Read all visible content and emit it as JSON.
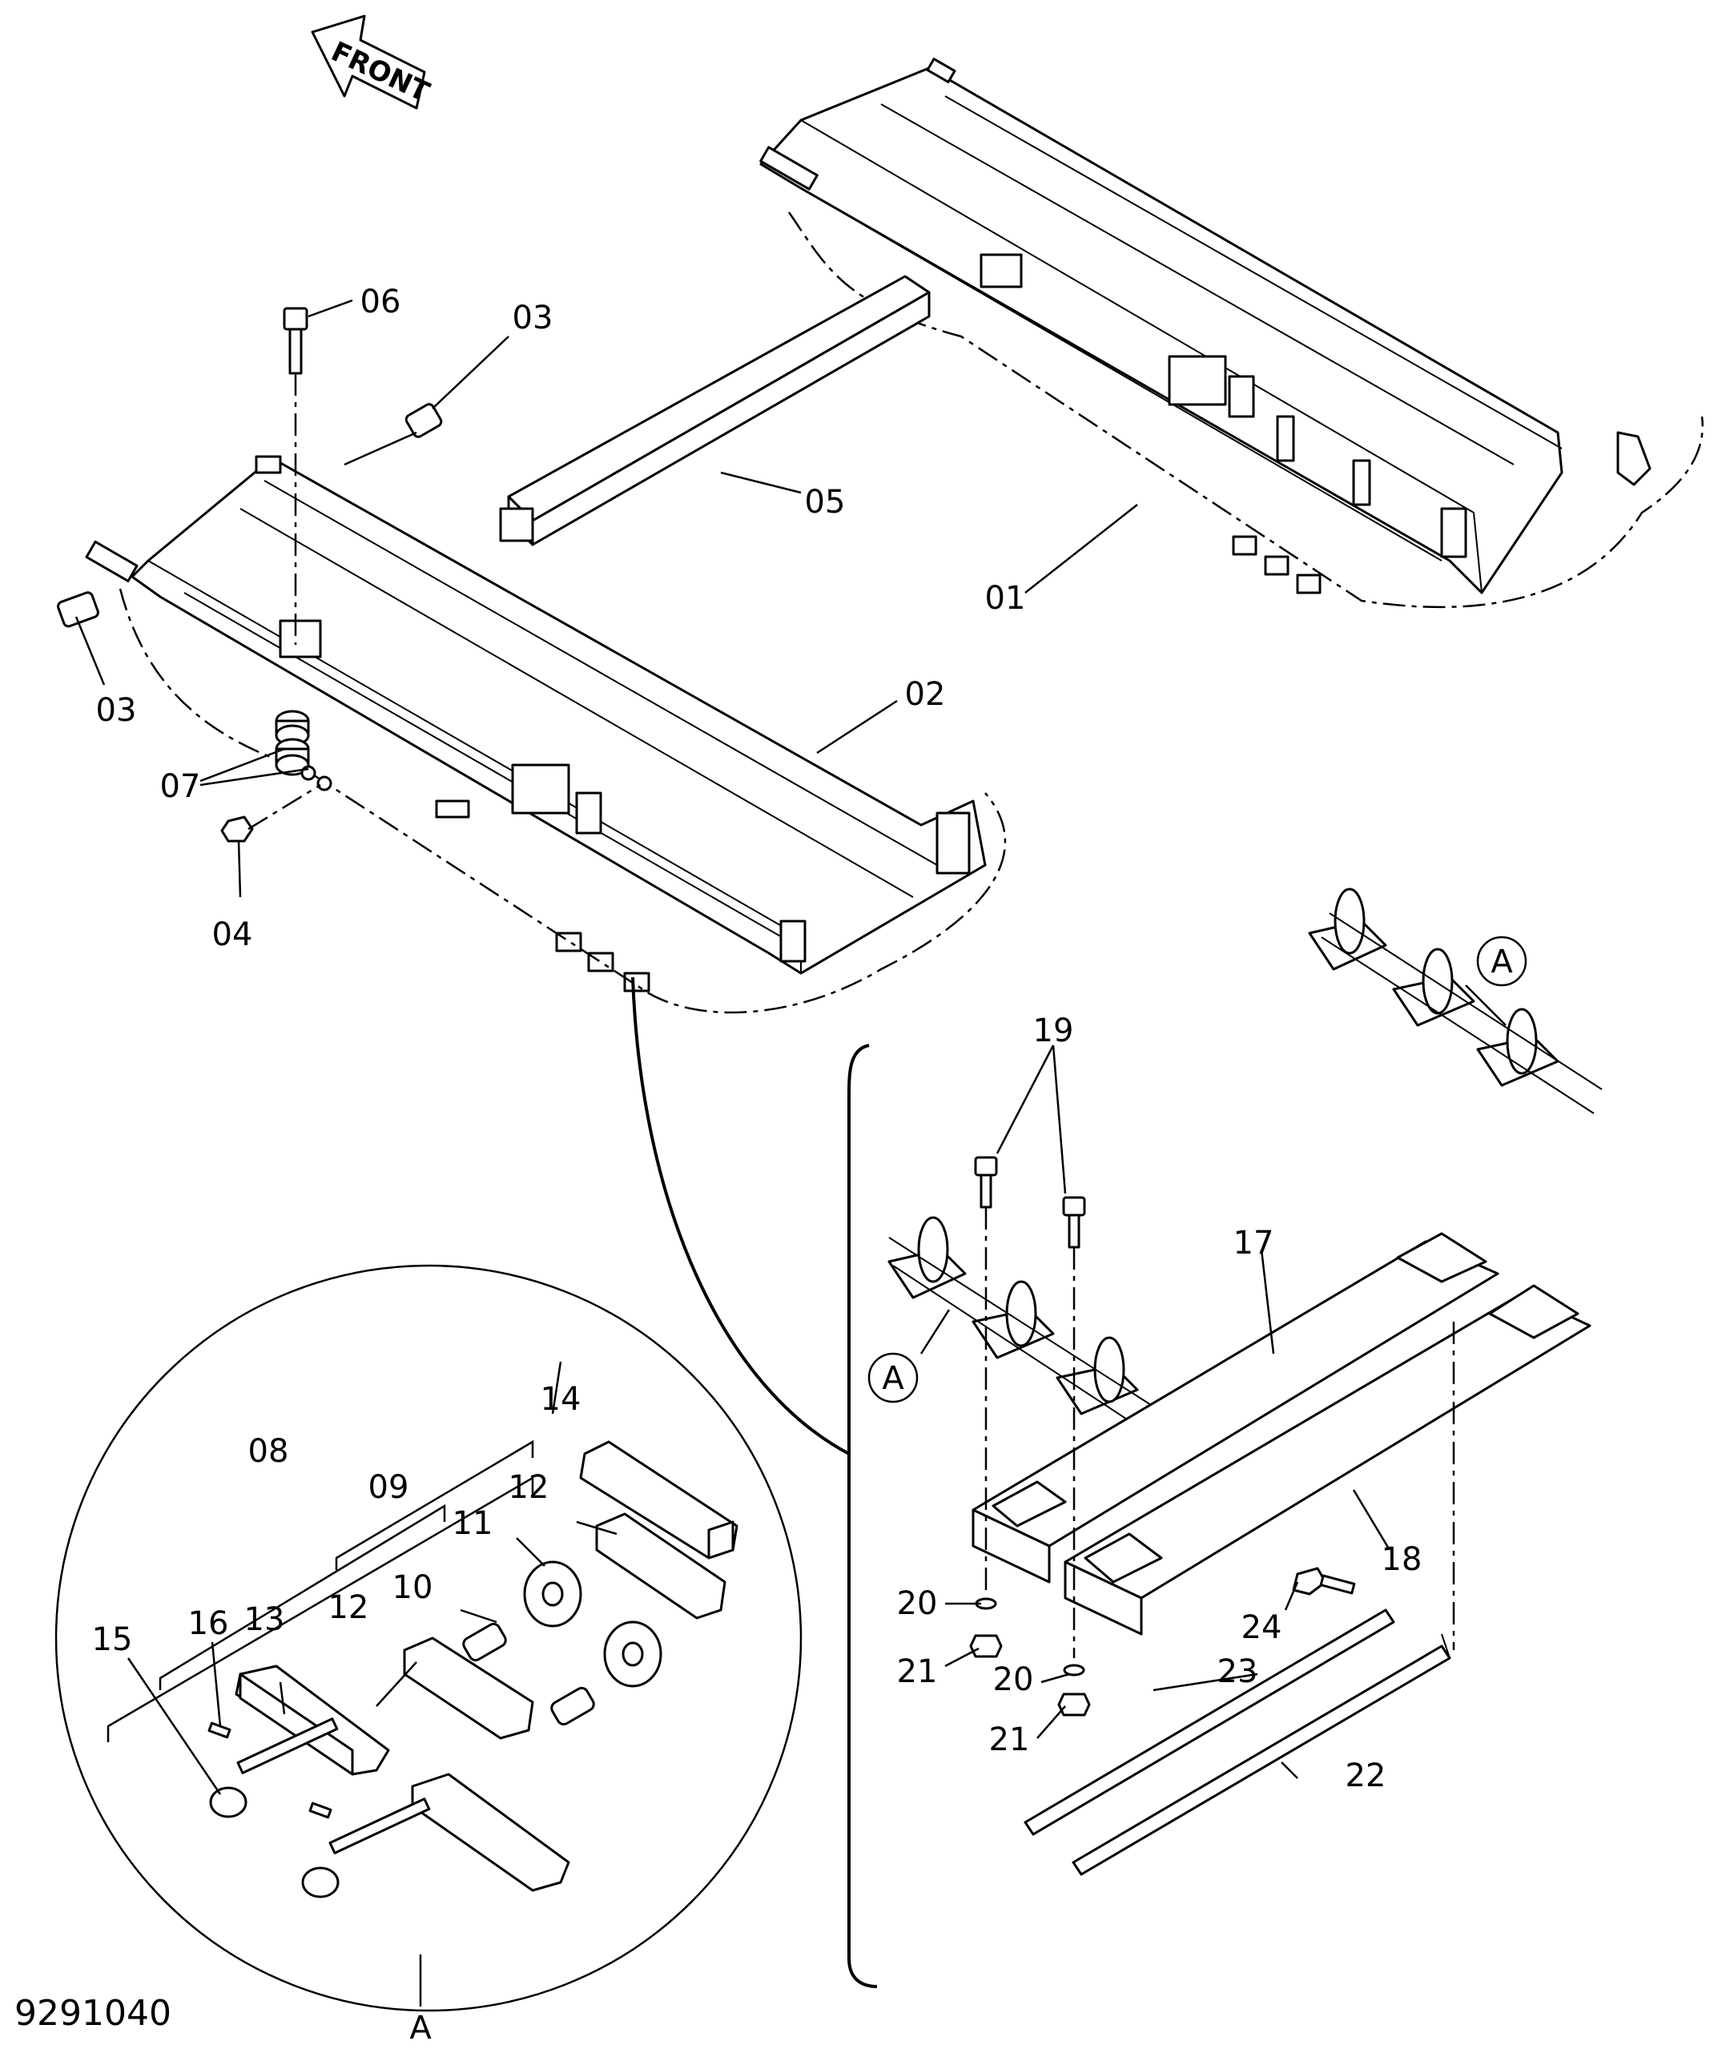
{
  "front_arrow": {
    "label": "FRONT"
  },
  "labels": {
    "p01": "01",
    "p02": "02",
    "p03a": "03",
    "p03b": "03",
    "p04": "04",
    "p05": "05",
    "p06": "06",
    "p07": "07",
    "p08": "08",
    "p09": "09",
    "p10": "10",
    "p11": "11",
    "p12a": "12",
    "p12b": "12",
    "p13": "13",
    "p14": "14",
    "p15": "15",
    "p16": "16",
    "p17": "17",
    "p18": "18",
    "p19": "19",
    "p20a": "20",
    "p20b": "20",
    "p21a": "21",
    "p21b": "21",
    "p22": "22",
    "p23": "23",
    "p24": "24"
  },
  "detail_refs": {
    "detail_circle": "A",
    "ref_top": "A",
    "ref_left": "A"
  },
  "drawing_number": "9291040"
}
